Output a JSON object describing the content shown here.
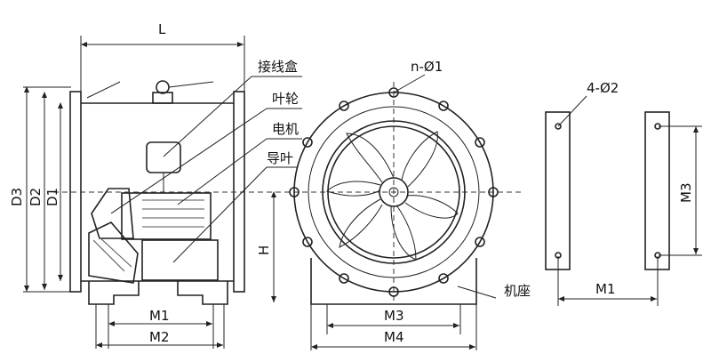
{
  "side_view": {
    "dim_L": "L",
    "dim_D1": "D1",
    "dim_D2": "D2",
    "dim_D3": "D3",
    "dim_H": "H",
    "dim_M1": "M1",
    "dim_M2": "M2"
  },
  "callouts": {
    "junction_box": "接线盒",
    "impeller": "叶轮",
    "motor": "电机",
    "guide_vane": "导叶",
    "base": "机座"
  },
  "front_view": {
    "hole_label": "n-Ø1",
    "dim_M3": "M3",
    "dim_M4": "M4"
  },
  "foot_view": {
    "hole_label": "4-Ø2",
    "dim_M3": "M3",
    "dim_M1": "M1"
  }
}
